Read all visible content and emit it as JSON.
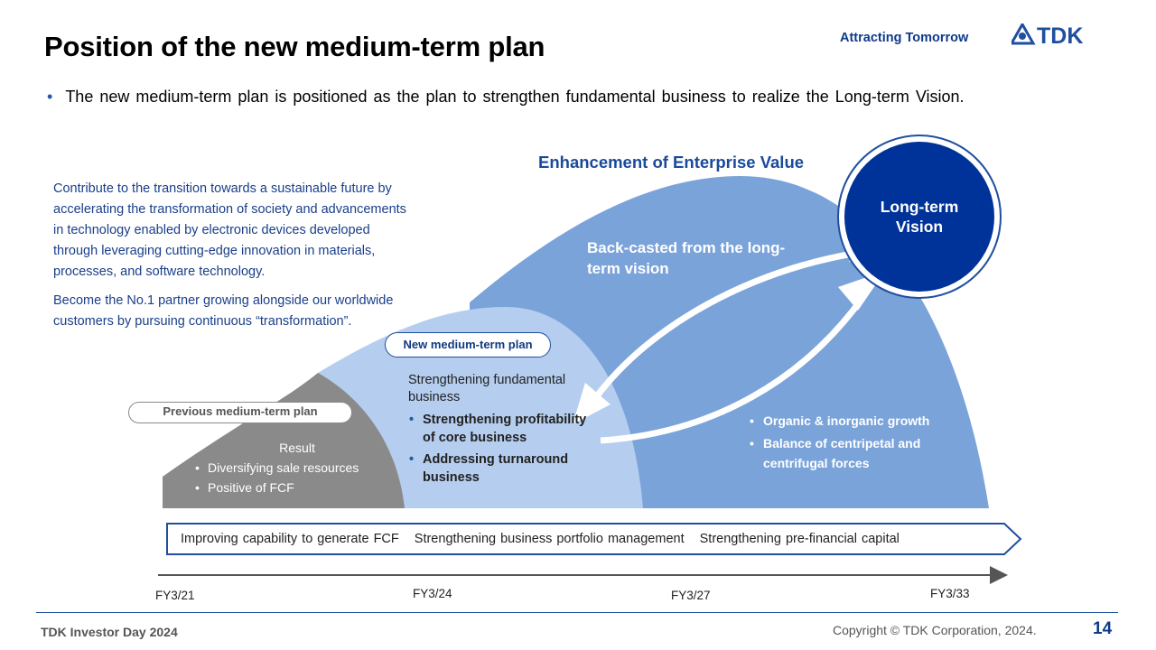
{
  "header": {
    "title": "Position of the new medium-term plan",
    "tagline": "Attracting Tomorrow",
    "logo_text": "TDK"
  },
  "intro": {
    "bullet": "•",
    "text": "The new medium-term plan is positioned as the plan to strengthen fundamental business to realize the Long-term Vision."
  },
  "left_text": {
    "para1": "Contribute to the transition towards a sustainable future by accelerating the transformation of society and advancements in technology enabled by electronic devices developed through leveraging cutting-edge innovation in materials, processes, and software technology.",
    "para2": "Become the No.1 partner growing alongside our worldwide customers by pursuing continuous “transformation”."
  },
  "previous_plan": {
    "label": "Previous medium-term plan",
    "result_title": "Result",
    "items": [
      "Diversifying sale resources",
      "Positive of FCF"
    ]
  },
  "new_plan": {
    "label": "New medium-term plan",
    "subtitle": "Strengthening fundamental business",
    "items": [
      "Strengthening profitability of core business",
      "Addressing turnaround business"
    ]
  },
  "enhancement": {
    "title": "Enhancement of Enterprise Value",
    "back_casted": "Back-casted from the long-term vision",
    "items": [
      "Organic & inorganic growth",
      "Balance of centripetal and centrifugal forces"
    ]
  },
  "vision": {
    "line1": "Long-term",
    "line2": "Vision"
  },
  "bar": {
    "items": [
      "Improving capability to generate FCF",
      "Strengthening business portfolio management",
      "Strengthening pre-financial capital"
    ]
  },
  "timeline": {
    "labels": [
      "FY3/21",
      "FY3/24",
      "FY3/27",
      "FY3/33"
    ]
  },
  "footer": {
    "event": "TDK Investor Day 2024",
    "copyright": "Copyright  © TDK Corporation, 2024.",
    "page": "14"
  },
  "colors": {
    "navy": "#0e3a8a",
    "dark_blue": "#003399",
    "mid_blue": "#7aa3da",
    "light_blue": "#b5cdee",
    "gray": "#8a8a8a"
  }
}
